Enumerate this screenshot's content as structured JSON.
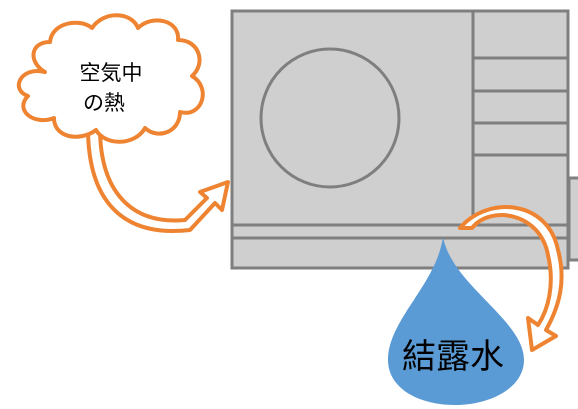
{
  "cloud": {
    "line1": "空気中",
    "line2": "の熱"
  },
  "drop": {
    "label": "結露水"
  },
  "colors": {
    "unit_fill": "#d0cfcf",
    "unit_stroke": "#7f7f7f",
    "arrow": "#ee8432",
    "drop": "#5b9bd5",
    "cloud_stroke": "#ee8432"
  }
}
